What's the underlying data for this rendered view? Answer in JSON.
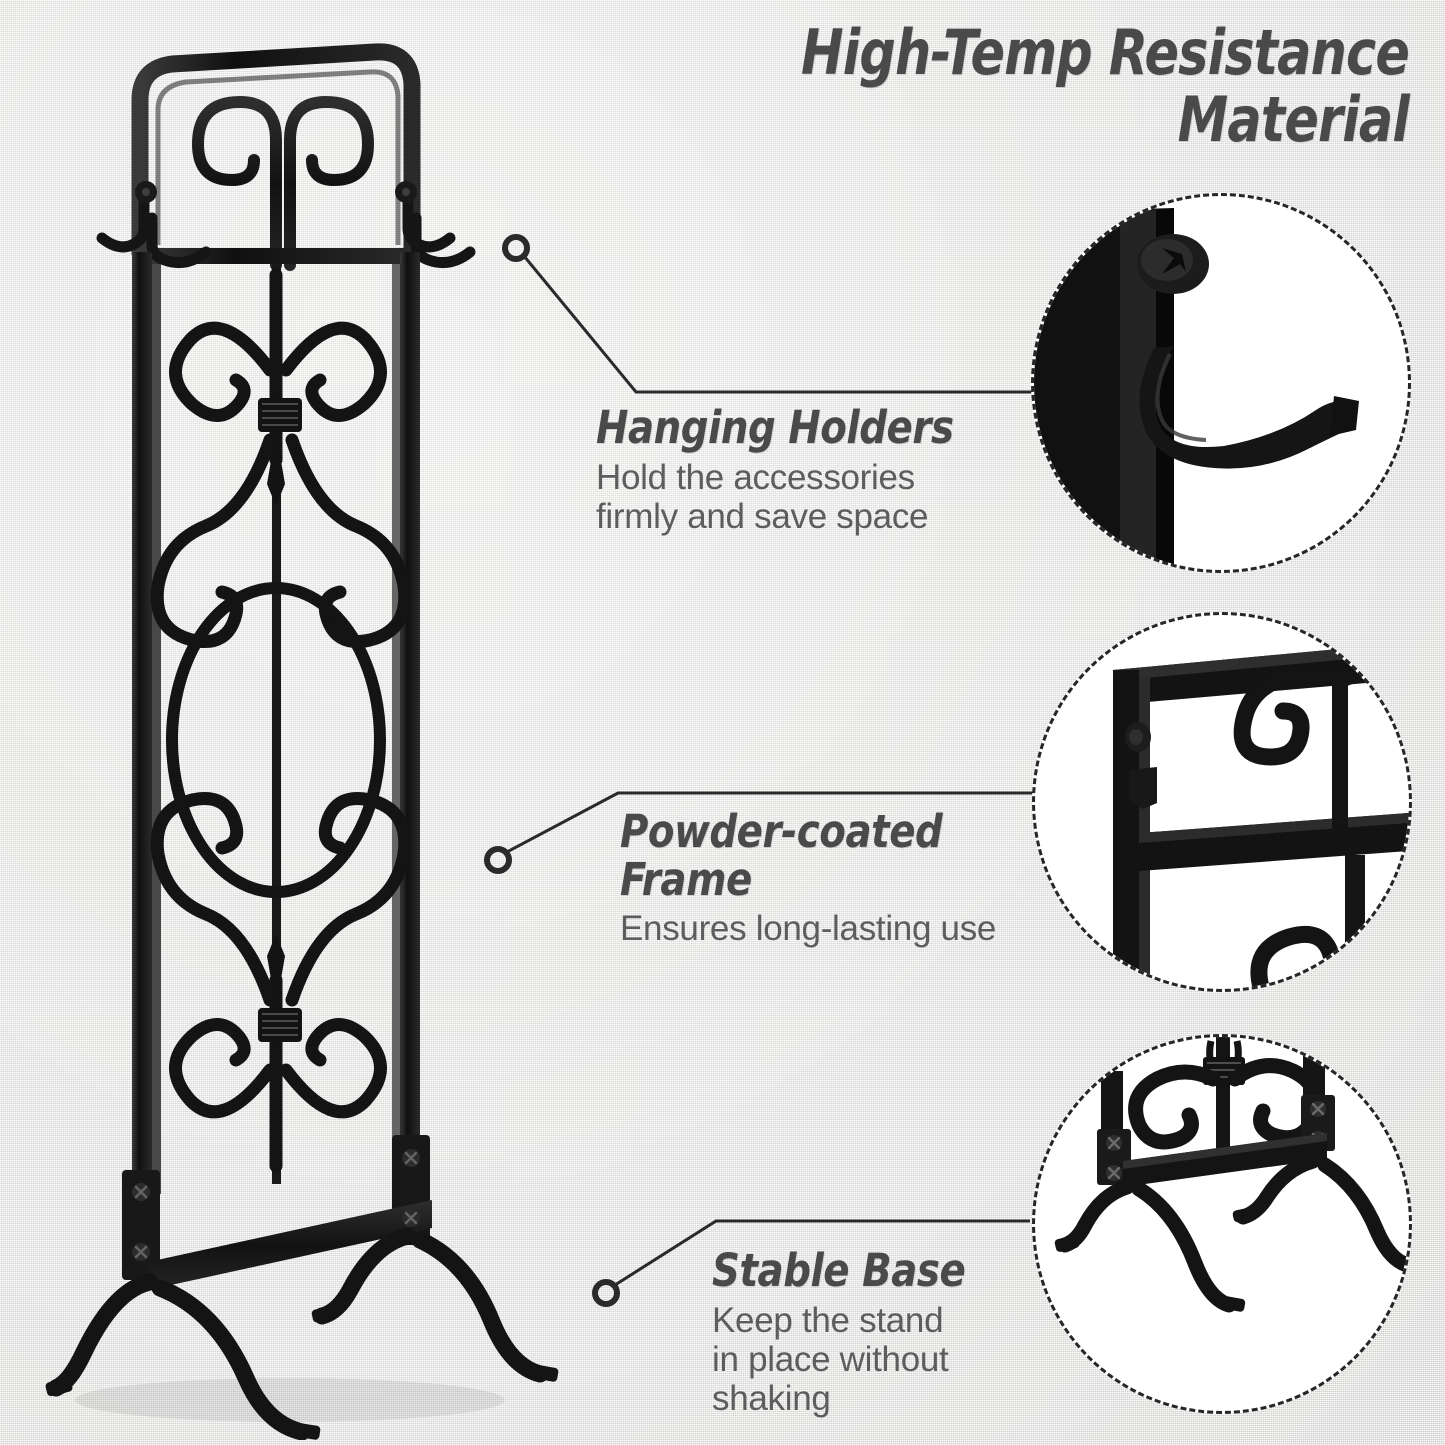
{
  "background_color": "#e9e9e7",
  "ink_color": "#4a4a4a",
  "body_color": "#5d5d5d",
  "product_color": "#141414",
  "circle_fill": "#ffffff",
  "circle_border": "#262626",
  "header": {
    "title_line1": "High-Temp Resistance",
    "title_line2": "Material"
  },
  "features": [
    {
      "id": "hanging-holders",
      "heading": "Hanging Holders",
      "description": "Hold the accessories\nfirmly and save space",
      "callout_icon": "hook-closeup-icon"
    },
    {
      "id": "powder-coated-frame",
      "heading": "Powder-coated\nFrame",
      "description": "Ensures long-lasting use",
      "callout_icon": "frame-corner-closeup-icon"
    },
    {
      "id": "stable-base",
      "heading": "Stable Base",
      "description": "Keep the stand\nin place without\nshaking",
      "callout_icon": "base-feet-closeup-icon"
    }
  ],
  "product": {
    "name": "wrought-iron-fireplace-tool-stand",
    "parts": [
      "arched-top-frame",
      "scroll-ornament",
      "hanging-hooks",
      "vertical-panel",
      "oval-scrollwork",
      "base-crossbar",
      "curved-feet"
    ]
  }
}
